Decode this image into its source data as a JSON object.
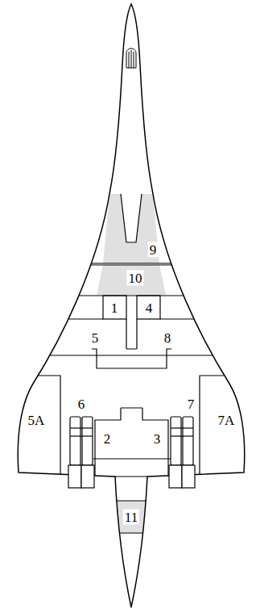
{
  "diagram": {
    "labels": [
      "9",
      "10",
      "1",
      "4",
      "5",
      "8",
      "6",
      "7",
      "5A",
      "2",
      "3",
      "7A",
      "11"
    ]
  }
}
